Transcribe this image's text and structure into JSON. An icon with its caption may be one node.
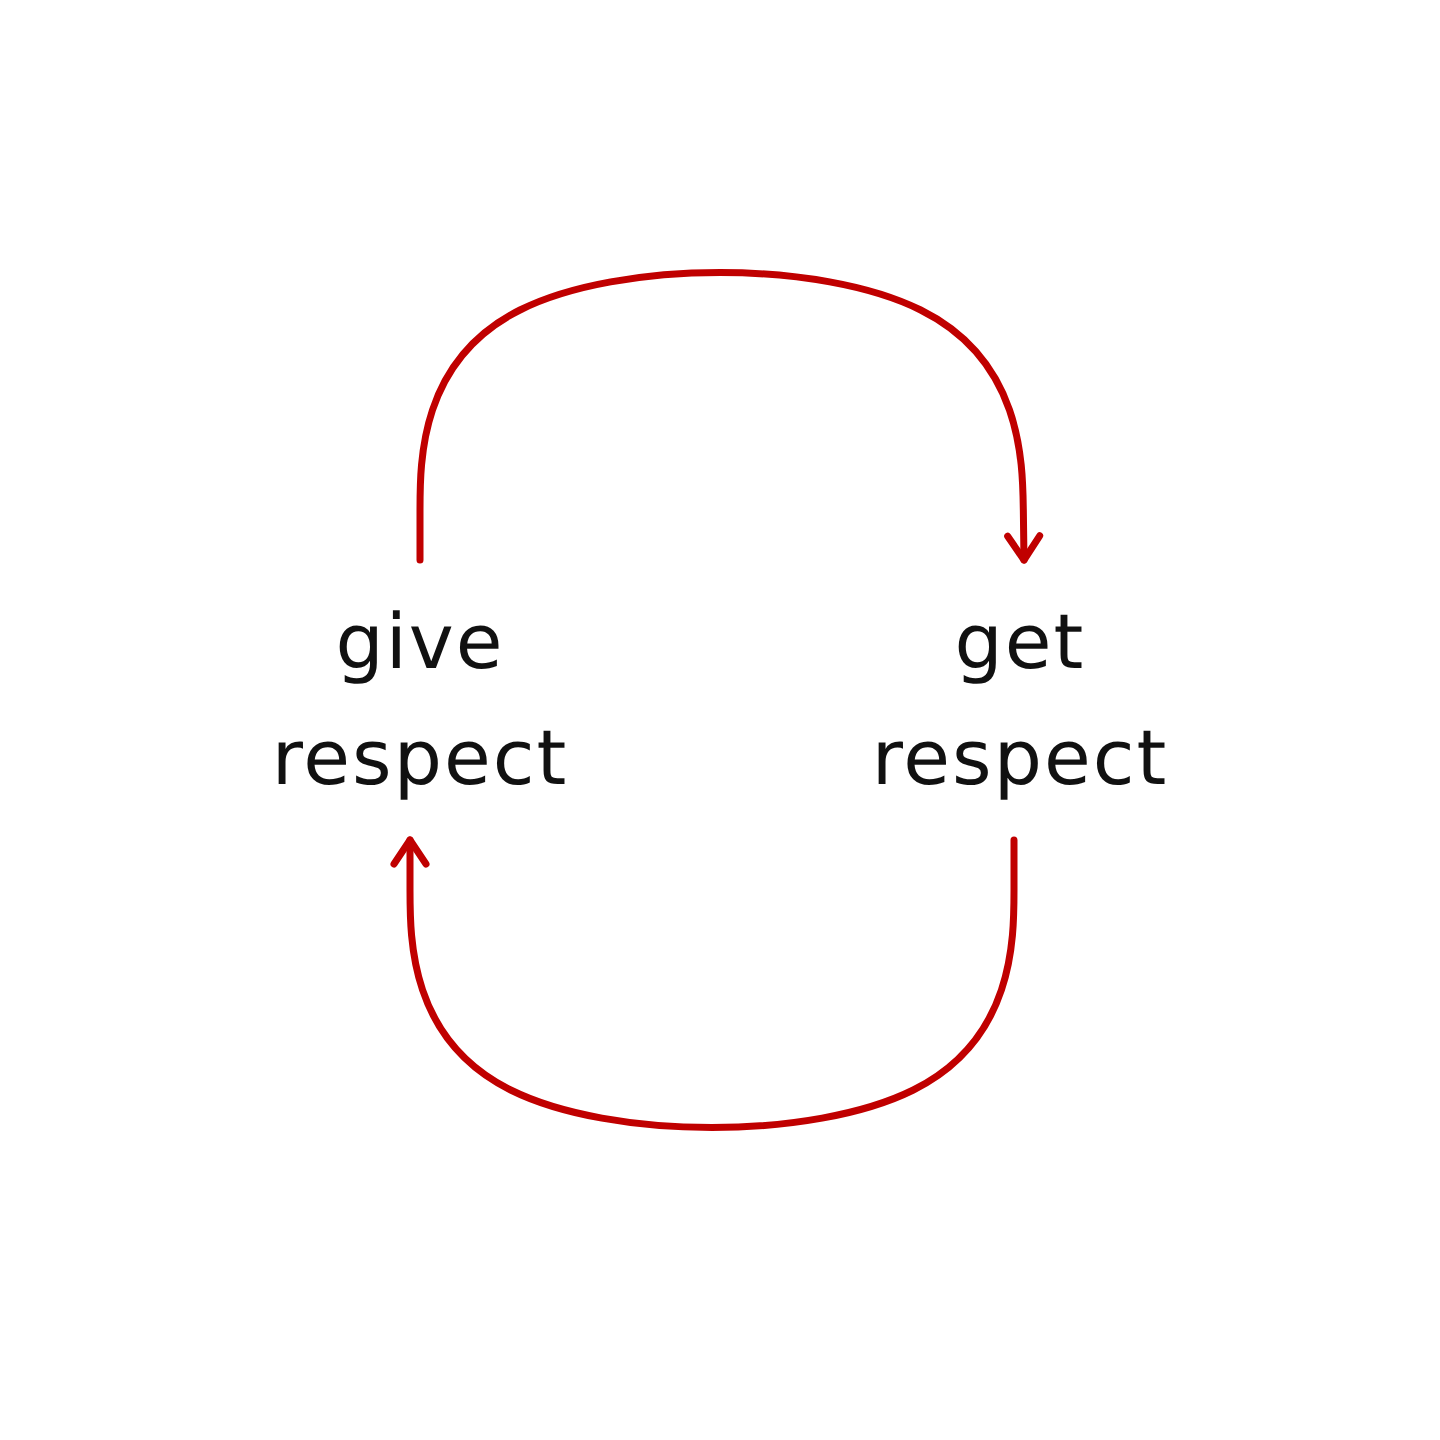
{
  "diagram": {
    "nodes": [
      {
        "text": [
          "give respect"
        ]
      },
      {
        "text": [
          "get respect"
        ]
      }
    ],
    "edges": [
      {
        "from": 0,
        "to": 1,
        "arrow": "to"
      },
      {
        "from": 1,
        "to": 0,
        "arrow": "to"
      }
    ]
  }
}
